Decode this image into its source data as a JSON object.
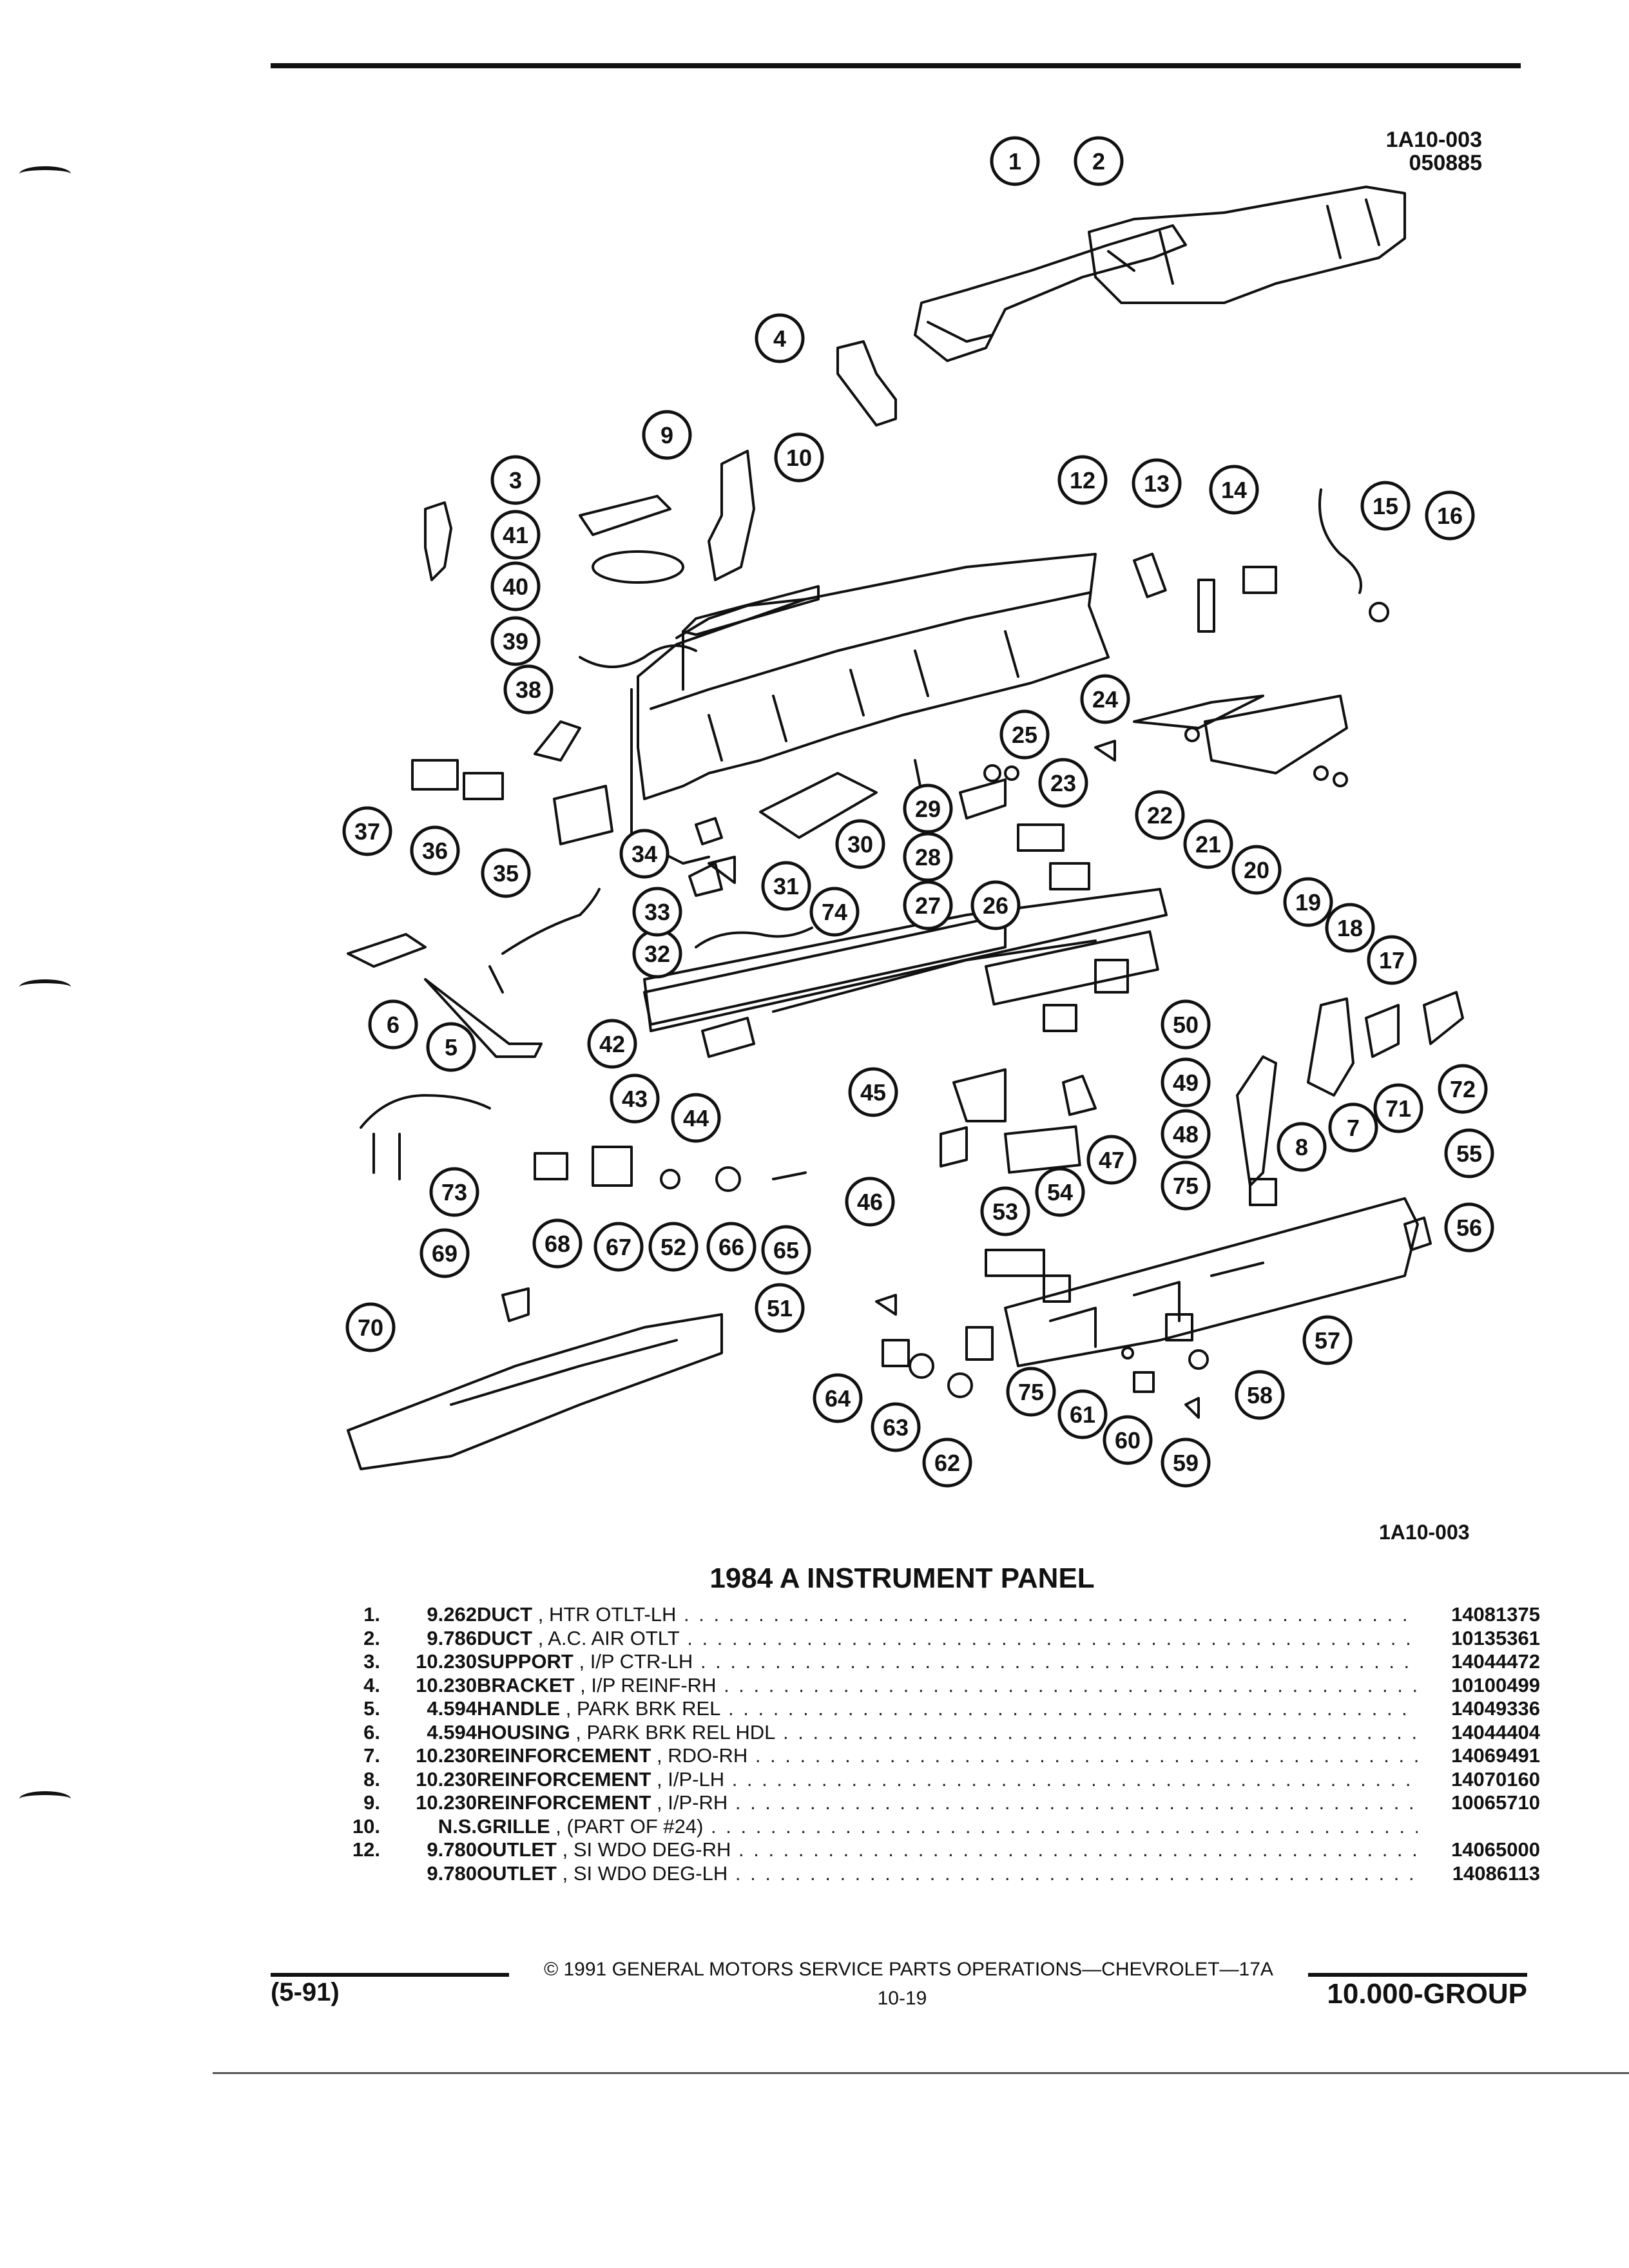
{
  "header": {
    "figure_ref_line1": "1A10-003",
    "figure_ref_line2": "050885"
  },
  "diagram": {
    "callouts": [
      "1",
      "2",
      "3",
      "4",
      "5",
      "6",
      "7",
      "8",
      "9",
      "10",
      "12",
      "13",
      "14",
      "15",
      "16",
      "17",
      "18",
      "19",
      "20",
      "21",
      "22",
      "23",
      "24",
      "25",
      "26",
      "27",
      "28",
      "29",
      "30",
      "31",
      "32",
      "33",
      "34",
      "35",
      "36",
      "37",
      "38",
      "39",
      "40",
      "41",
      "42",
      "43",
      "44",
      "45",
      "46",
      "47",
      "48",
      "49",
      "50",
      "51",
      "52",
      "53",
      "54",
      "55",
      "56",
      "57",
      "58",
      "59",
      "60",
      "61",
      "62",
      "63",
      "64",
      "65",
      "66",
      "67",
      "68",
      "69",
      "70",
      "71",
      "72",
      "73",
      "74",
      "75",
      "75"
    ],
    "caption": "1A10-003"
  },
  "title": "1984 A INSTRUMENT PANEL",
  "parts": [
    {
      "num": "1.",
      "code": "9.262",
      "name": "DUCT",
      "spec": ", HTR OTLT-LH",
      "part_no": "14081375"
    },
    {
      "num": "2.",
      "code": "9.786",
      "name": "DUCT",
      "spec": ", A.C. AIR OTLT",
      "part_no": "10135361"
    },
    {
      "num": "3.",
      "code": "10.230",
      "name": "SUPPORT",
      "spec": ", I/P CTR-LH",
      "part_no": "14044472"
    },
    {
      "num": "4.",
      "code": "10.230",
      "name": "BRACKET",
      "spec": ", I/P REINF-RH",
      "part_no": "10100499"
    },
    {
      "num": "5.",
      "code": "4.594",
      "name": "HANDLE",
      "spec": ", PARK BRK REL",
      "part_no": "14049336"
    },
    {
      "num": "6.",
      "code": "4.594",
      "name": "HOUSING",
      "spec": ", PARK BRK REL HDL",
      "part_no": "14044404"
    },
    {
      "num": "7.",
      "code": "10.230",
      "name": "REINFORCEMENT",
      "spec": ", RDO-RH",
      "part_no": "14069491"
    },
    {
      "num": "8.",
      "code": "10.230",
      "name": "REINFORCEMENT",
      "spec": ", I/P-LH",
      "part_no": "14070160"
    },
    {
      "num": "9.",
      "code": "10.230",
      "name": "REINFORCEMENT",
      "spec": ", I/P-RH",
      "part_no": "10065710"
    },
    {
      "num": "10.",
      "code": "N.S.",
      "name": "GRILLE",
      "spec": ", (PART OF #24)",
      "part_no": ""
    },
    {
      "num": "12.",
      "code": "9.780",
      "name": "OUTLET",
      "spec": ", SI WDO DEG-RH",
      "part_no": "14065000"
    },
    {
      "num": "",
      "code": "9.780",
      "name": "OUTLET",
      "spec": ", SI WDO DEG-LH",
      "part_no": "14086113"
    }
  ],
  "footer": {
    "copyright": "© 1991 GENERAL MOTORS SERVICE PARTS OPERATIONS—CHEVROLET—17A",
    "date": "(5-91)",
    "page": "10-19",
    "group": "10.000-GROUP"
  }
}
